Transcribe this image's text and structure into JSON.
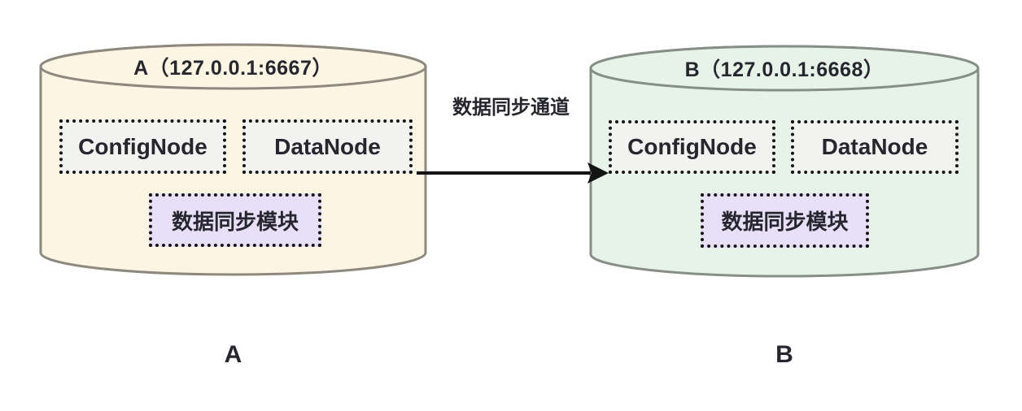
{
  "cluster_a": {
    "title": "A（127.0.0.1:6667）",
    "caption": "A",
    "config_node": "ConfigNode",
    "data_node": "DataNode",
    "sync_module": "数据同步模块",
    "fill": "#fcf5e3",
    "stroke": "#8e897e"
  },
  "cluster_b": {
    "title": "B（127.0.0.1:6668）",
    "caption": "B",
    "config_node": "ConfigNode",
    "data_node": "DataNode",
    "sync_module": "数据同步模块",
    "fill": "#e7f3e9",
    "stroke": "#878e86"
  },
  "channel": {
    "label": "数据同步通道",
    "arrow_color": "#141414"
  },
  "colors": {
    "module_fill": "#f2f2f1",
    "sync_fill": "#e7e0f8",
    "module_border": "#161616",
    "text": "#26262e",
    "background": "#ffffff"
  }
}
